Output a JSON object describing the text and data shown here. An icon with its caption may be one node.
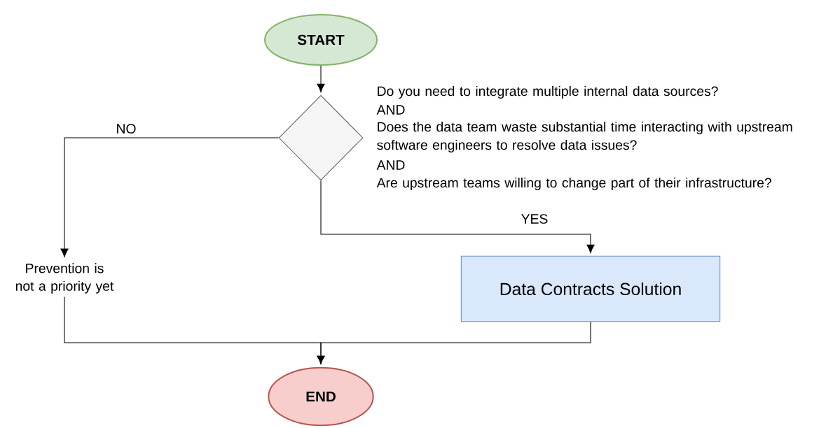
{
  "diagram": {
    "nodes": [
      {
        "text": [
          "START"
        ]
      },
      {
        "text": [],
        "shape": "diamond",
        "beside": [
          "Do you need to integrate multiple internal data sources?",
          "AND",
          "Does the data team waste substantial time interacting with upstream software engineers to resolve data issues?",
          "AND",
          "Are upstream teams willing to change part of their infrastructure?"
        ]
      },
      {
        "text": [
          "Prevention is not a priority yet"
        ]
      },
      {
        "text": [
          "Data Contracts Solution"
        ]
      },
      {
        "text": [
          "END"
        ]
      }
    ],
    "edges": [
      {
        "from": 0,
        "to": 1,
        "arrow": "to"
      },
      {
        "from": 1,
        "to": 2,
        "arrow": "to",
        "label": "NO"
      },
      {
        "from": 1,
        "to": 3,
        "arrow": "to",
        "label": "YES"
      },
      {
        "from": 2,
        "to": 4,
        "arrow": "to"
      },
      {
        "from": 3,
        "to": 4,
        "arrow": "to"
      }
    ]
  }
}
